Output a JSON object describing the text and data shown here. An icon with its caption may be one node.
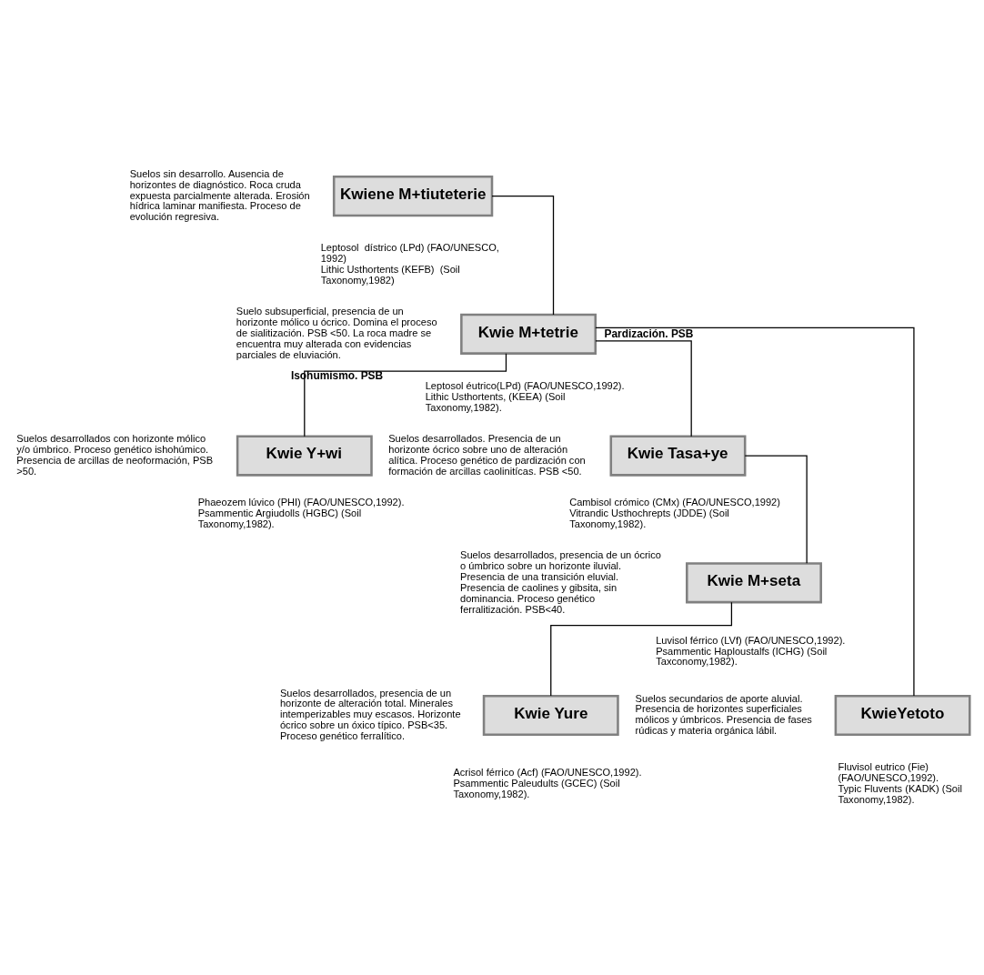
{
  "diagram": {
    "nodes": [
      {
        "text": [
          "Kwiene M+tiuteterie"
        ],
        "beside": [
          "Suelos sin desarrollo. Ausencia de horizontes de diagnóstico. Roca cruda expuesta parcialmente alterada. Erosión hídrica laminar manifiesta. Proceso de evolución regresiva.",
          "Leptosol  dístrico (LPd) (FAO/UNESCO, 1992)",
          "Lithic Usthortents (KEFB)  (Soil Taxonomy,1982)"
        ]
      },
      {
        "text": [
          "Kwie M+tetrie"
        ],
        "beside": [
          "Suelo subsuperficial, presencia de un horizonte mólico u ócrico. Domina el proceso de sialitización. PSB <50. La roca madre se encuentra muy alterada con evidencias parciales de eluviación.",
          "Leptosol éutrico(LPd) (FAO/UNESCO,1992).",
          "Lithic Usthortents, (KEEA) (Soil Taxonomy,1982)."
        ]
      },
      {
        "text": [
          "Kwie Y+wi"
        ],
        "beside": [
          "Suelos desarrollados con horizonte mólico y/o úmbrico. Proceso genético ishohúmico. Presencia de arcillas de neoformación, PSB >50.",
          "Phaeozem lúvico (PHI) (FAO/UNESCO,1992).",
          "Psammentic Argiudolls (HGBC) (Soil Taxonomy,1982)."
        ]
      },
      {
        "text": [
          "Kwie Tasa+ye"
        ],
        "beside": [
          "Suelos desarrollados. Presencia de un horizonte ócrico sobre uno de alteración alítica. Proceso genético de pardización con formación de arcillas caolinitícas. PSB <50.",
          "Cambisol crómico (CMx) (FAO/UNESCO,1992)",
          "Vitrandic Usthochrepts (JDDE) (Soil Taxonomy,1982)."
        ]
      },
      {
        "text": [
          "Kwie M+seta"
        ],
        "beside": [
          "Suelos desarrollados, presencia de un ócrico o úmbrico sobre un horizonte iluvial. Presencia de una transición eluvial. Presencia de caolines y gibsita, sin dominancia. Proceso genético ferralitización. PSB<40.",
          "Luvisol férrico (LVf) (FAO/UNESCO,1992).",
          "Psammentic Haploustalfs (ICHG) (Soil Taxconomy,1982)."
        ]
      },
      {
        "text": [
          "KwieYetoto"
        ],
        "beside": [
          "Suelos secundarios de aporte aluvial. Presencia de horizontes superficiales mólicos y úmbricos. Presencia de fases rúdicas y materia orgánica lábil.",
          "Fluvisol eutrico (Fie) (FAO/UNESCO,1992).",
          "Typic Fluvents (KADK) (Soil Taxonomy,1982)."
        ]
      },
      {
        "text": [
          "Kwie Yure"
        ],
        "beside": [
          "Suelos desarrollados, presencia de un horizonte de alteración total. Minerales intemperizables muy escasos. Horizonte ócrico sobre un óxico típico. PSB<35. Proceso genético ferralítico.",
          "Acrisol férrico (Acf) (FAO/UNESCO,1992).",
          "Psammentic Paleudults (GCEC) (Soil Taxonomy,1982)."
        ]
      }
    ],
    "edges": [
      {
        "from": 0,
        "to": 1,
        "arrow": "none"
      },
      {
        "from": 1,
        "to": 2,
        "arrow": "none",
        "label": "Isohumismo. PSB"
      },
      {
        "from": 1,
        "to": 5,
        "arrow": "none"
      },
      {
        "from": 1,
        "to": 3,
        "arrow": "none",
        "label": "Pardización. PSB"
      },
      {
        "from": 3,
        "to": 4,
        "arrow": "none"
      },
      {
        "from": 4,
        "to": 6,
        "arrow": "none"
      }
    ]
  }
}
